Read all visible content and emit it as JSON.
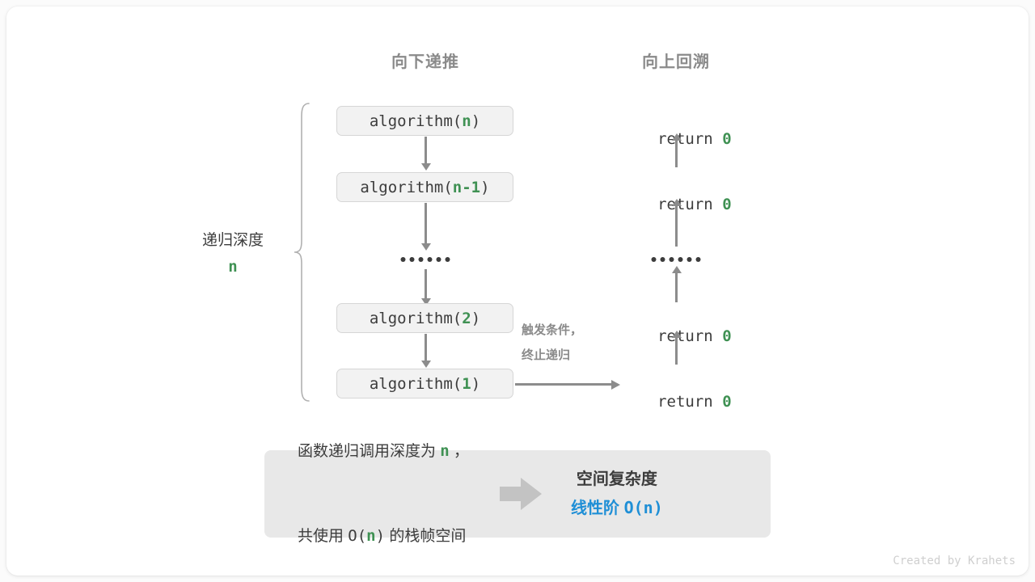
{
  "headers": {
    "down": "向下递推",
    "up": "向上回溯"
  },
  "depth": {
    "label": "递归深度",
    "value": "n"
  },
  "calls": [
    {
      "prefix": "algorithm(",
      "arg": "n",
      "suffix": ")"
    },
    {
      "prefix": "algorithm(",
      "arg": "n-1",
      "suffix": ")"
    },
    {
      "ellipsis": "••••••"
    },
    {
      "prefix": "algorithm(",
      "arg": "2",
      "suffix": ")"
    },
    {
      "prefix": "algorithm(",
      "arg": "1",
      "suffix": ")"
    }
  ],
  "returns": [
    {
      "keyword": "return ",
      "value": "0"
    },
    {
      "keyword": "return ",
      "value": "0"
    },
    {
      "ellipsis": "••••••"
    },
    {
      "keyword": "return ",
      "value": "0"
    },
    {
      "keyword": "return ",
      "value": "0"
    }
  ],
  "termination": {
    "line1": "触发条件，",
    "line2": "终止递归"
  },
  "summary": {
    "line1_a": "函数递归调用深度为 ",
    "line1_n": "n",
    "line1_b": " ，",
    "line2_a": "共使用 ",
    "line2_o": "O(",
    "line2_n": "n",
    "line2_c": ")",
    "line2_b": " 的栈帧空间",
    "complexity_title": "空间复杂度",
    "complexity_order": "线性阶 ",
    "complexity_value": "O(n)"
  },
  "credit": "Created by Krahets",
  "colors": {
    "accent_green": "#3f9153",
    "accent_blue": "#1f8fd6",
    "box_fill": "#f2f2f2",
    "box_border": "#d6d6d6",
    "arrow_gray": "#8c8c8c",
    "panel_fill": "#e8e8e8",
    "header_gray": "#8a8a8a"
  }
}
